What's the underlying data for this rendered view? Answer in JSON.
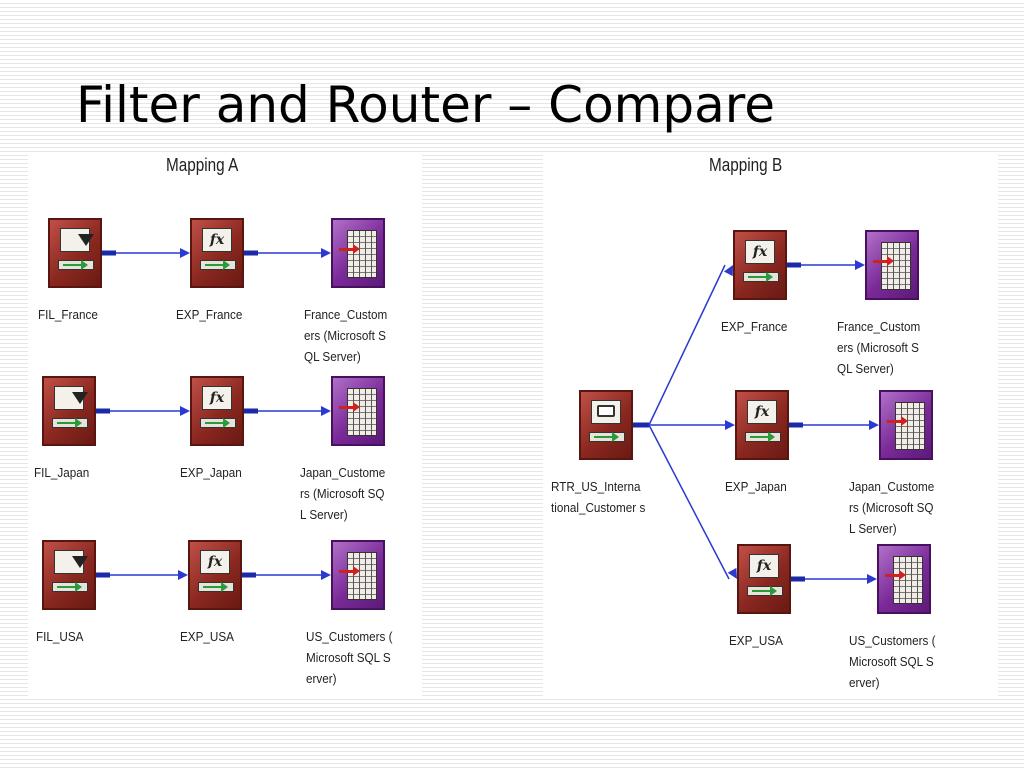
{
  "title": "Filter and Router – Compare",
  "mapping_a": {
    "heading": "Mapping A",
    "rows": [
      {
        "filter_label": "FIL_France",
        "expression_label": "EXP_France",
        "target_label": [
          "France_Custom",
          "ers (Microsoft S",
          "QL Server)"
        ]
      },
      {
        "filter_label": "FIL_Japan",
        "expression_label": "EXP_Japan",
        "target_label": [
          "Japan_Custome",
          "rs (Microsoft SQ",
          "L Server)"
        ]
      },
      {
        "filter_label": "FIL_USA",
        "expression_label": "EXP_USA",
        "target_label": [
          "US_Customers (",
          "Microsoft SQL S",
          "erver)"
        ]
      }
    ]
  },
  "mapping_b": {
    "heading": "Mapping B",
    "router_label": [
      "RTR_US_Interna",
      "tional_Customer s"
    ],
    "rows": [
      {
        "expression_label": "EXP_France",
        "target_label": [
          "France_Custom",
          "ers (Microsoft S",
          "QL Server)"
        ]
      },
      {
        "expression_label": "EXP_Japan",
        "target_label": [
          "Japan_Custome",
          "rs (Microsoft SQ",
          "L Server)"
        ]
      },
      {
        "expression_label": "EXP_USA",
        "target_label": [
          "US_Customers (",
          "Microsoft SQL S",
          "erver)"
        ]
      }
    ]
  },
  "icons": {
    "expression_symbol": "fx"
  },
  "colors": {
    "transformation": "#8a2820",
    "target": "#7a2a98",
    "link": "#2a3ad0",
    "link_port": "#1a2aa8"
  }
}
